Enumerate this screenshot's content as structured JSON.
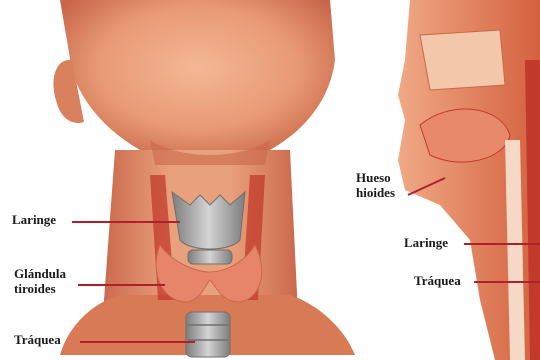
{
  "left_panel": {
    "labels": {
      "larynx": "Laringe",
      "thyroid_line1": "Glándula",
      "thyroid_line2": "tiroides",
      "trachea": "Tráquea"
    }
  },
  "right_panel": {
    "labels": {
      "hyoid_line1": "Hueso",
      "hyoid_line2": "hioides",
      "larynx": "Laringe",
      "trachea": "Tráquea"
    }
  },
  "colors": {
    "skin": "#e89a74",
    "skin_shadow": "#c9674a",
    "muscle": "#c23a2b",
    "cartilage": "#a9a9a9",
    "thyroid": "#e6856a",
    "leader_line": "#b0202a",
    "background": "#ffffff"
  }
}
